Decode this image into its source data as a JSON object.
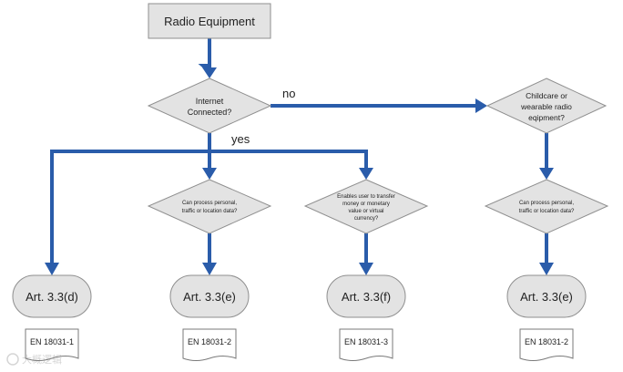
{
  "colors": {
    "edge": "#2a5caa",
    "node_fill": "#e3e3e3",
    "node_stroke": "#8f8f8f",
    "doc_fill": "#ffffff"
  },
  "nodes": {
    "start": "Radio Equipment",
    "internet": [
      "Internet",
      "Connected?"
    ],
    "childcare": [
      "Childcare or",
      "wearable radio",
      "eqipment?"
    ],
    "process_left": [
      "Can process personal,",
      "traffic or location data?"
    ],
    "money": [
      "Enables user to transfer",
      "money or monetary",
      "value or virtual",
      "currency?"
    ],
    "process_right": [
      "Can process personal,",
      "traffic or location data?"
    ]
  },
  "terminals": {
    "d": "Art. 3.3(d)",
    "e1": "Art. 3.3(e)",
    "f": "Art. 3.3(f)",
    "e2": "Art. 3.3(e)"
  },
  "documents": {
    "d": "EN 18031-1",
    "e1": "EN 18031-2",
    "f": "EN 18031-3",
    "e2": "EN 18031-2"
  },
  "edge_labels": {
    "no": "no",
    "yes": "yes"
  },
  "watermark": "大概逻辑"
}
